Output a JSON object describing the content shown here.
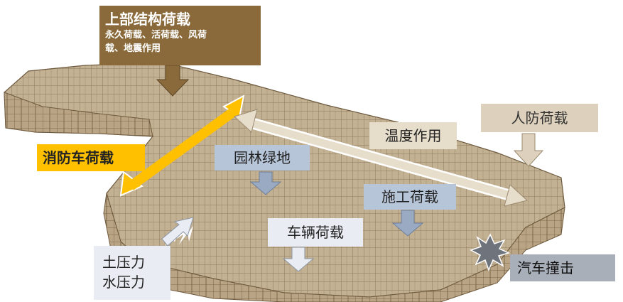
{
  "labels": {
    "superstructure_title": "上部结构荷载",
    "superstructure_detail_1": "永久荷载、活荷载、风荷",
    "superstructure_detail_2": "载、地震作用",
    "fire_truck": "消防车荷载",
    "civil_defense": "人防荷载",
    "temperature": "温度作用",
    "garden": "园林绿地",
    "construction": "施工荷载",
    "vehicle": "车辆荷载",
    "soil_pressure": "土压力",
    "water_pressure": "水压力",
    "car_impact": "汽车撞击"
  },
  "colors": {
    "superstructure_box": "#8a6a3a",
    "fire_box": "#ffc000",
    "civil_defense_box": "#ddd1bd",
    "temperature_box": "#e7ddcb",
    "blue_box": "#b7c5d9",
    "light_box": "#e9edf3",
    "impact_box": "#a9afb8",
    "building": "#c3b194"
  },
  "icons": [
    "down-arrow-icon",
    "double-arrow-icon",
    "diagonal-arrow-icon",
    "explosion-icon"
  ]
}
